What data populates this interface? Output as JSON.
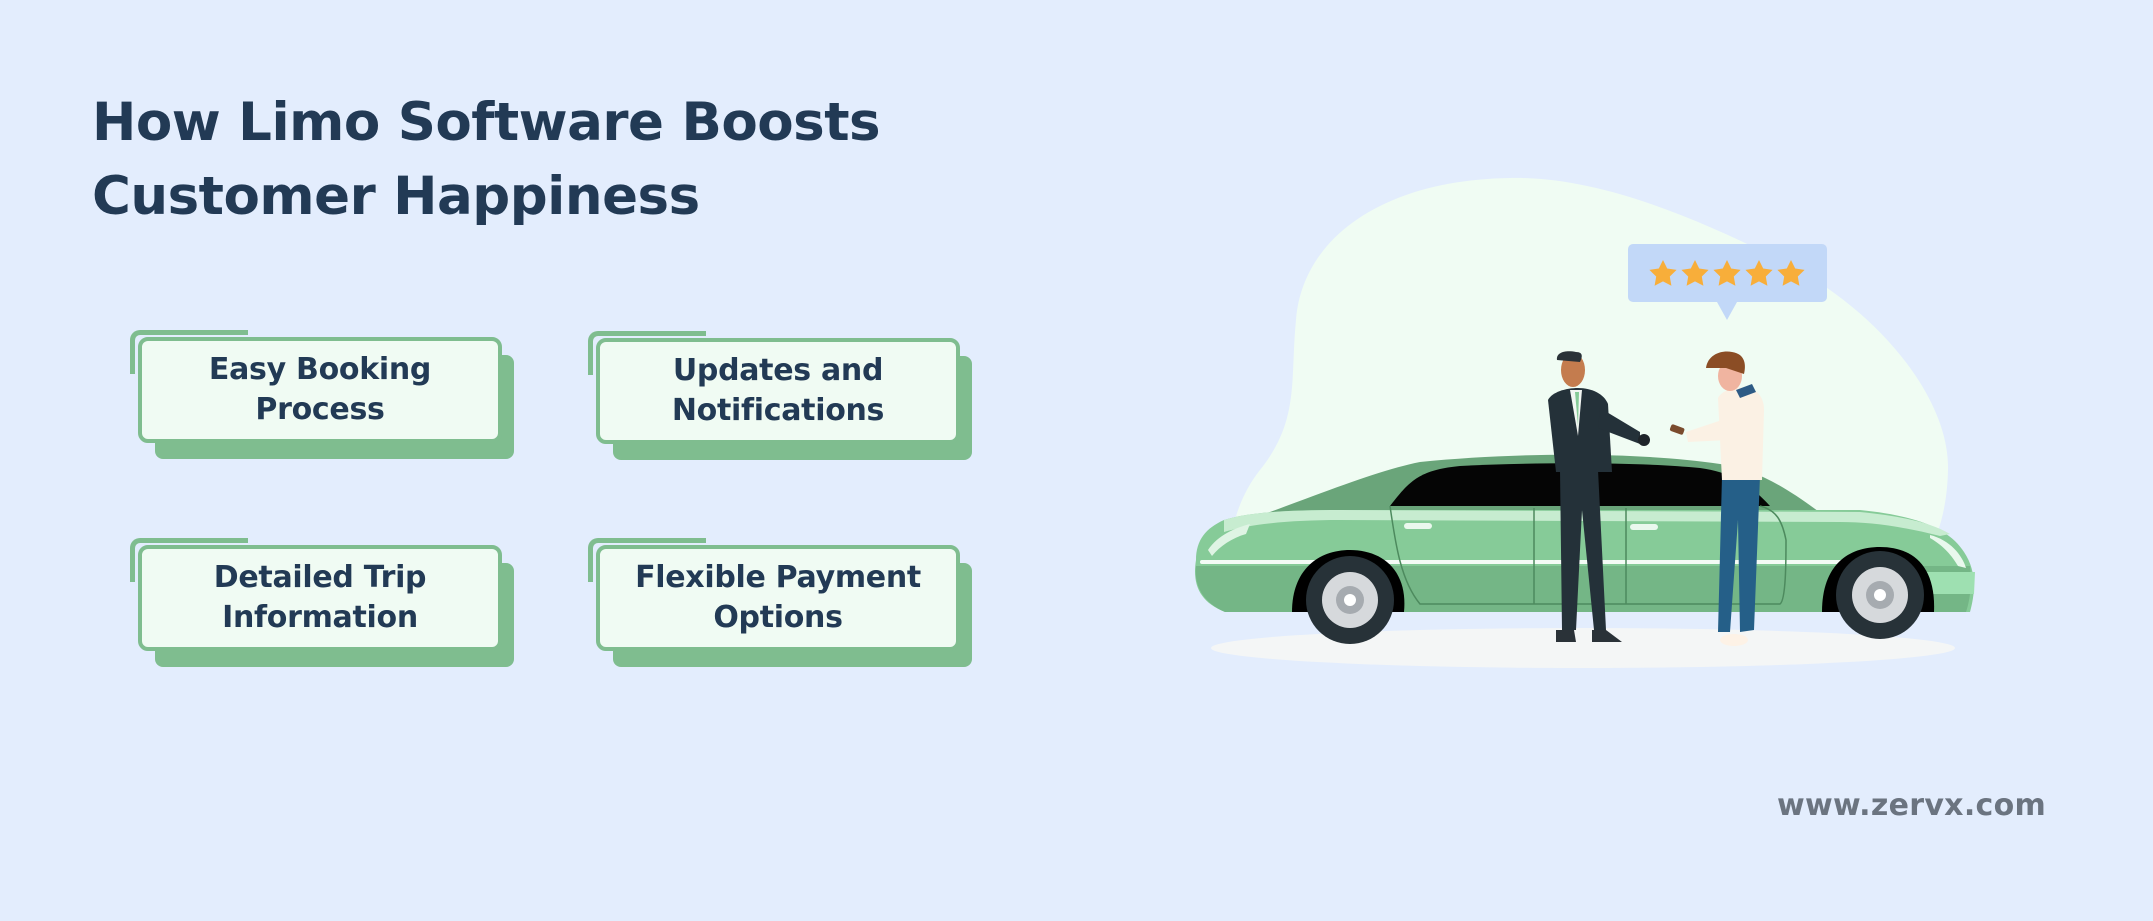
{
  "title": {
    "line1": "How Limo Software Boosts",
    "line2": "Customer Happiness"
  },
  "cards": [
    {
      "line1": "Easy Booking",
      "line2": "Process"
    },
    {
      "line1": "Updates and",
      "line2": "Notifications"
    },
    {
      "line1": "Detailed Trip",
      "line2": "Information"
    },
    {
      "line1": "Flexible Payment",
      "line2": "Options"
    }
  ],
  "illustration": {
    "rating_stars": 5,
    "rating_icon": "star-icon",
    "scene": "chauffeur greeting passenger beside green limousine"
  },
  "footer": {
    "website": "www.zervx.com"
  },
  "colors": {
    "background": "#e3edfd",
    "title_text": "#223a55",
    "card_green": "#7fbd8f",
    "card_face": "#f0fbf3",
    "blob": "#f0fcf3",
    "rating_bubble": "#c2d8f8",
    "star": "#f8ae3a",
    "footer_text": "#6b7480"
  }
}
